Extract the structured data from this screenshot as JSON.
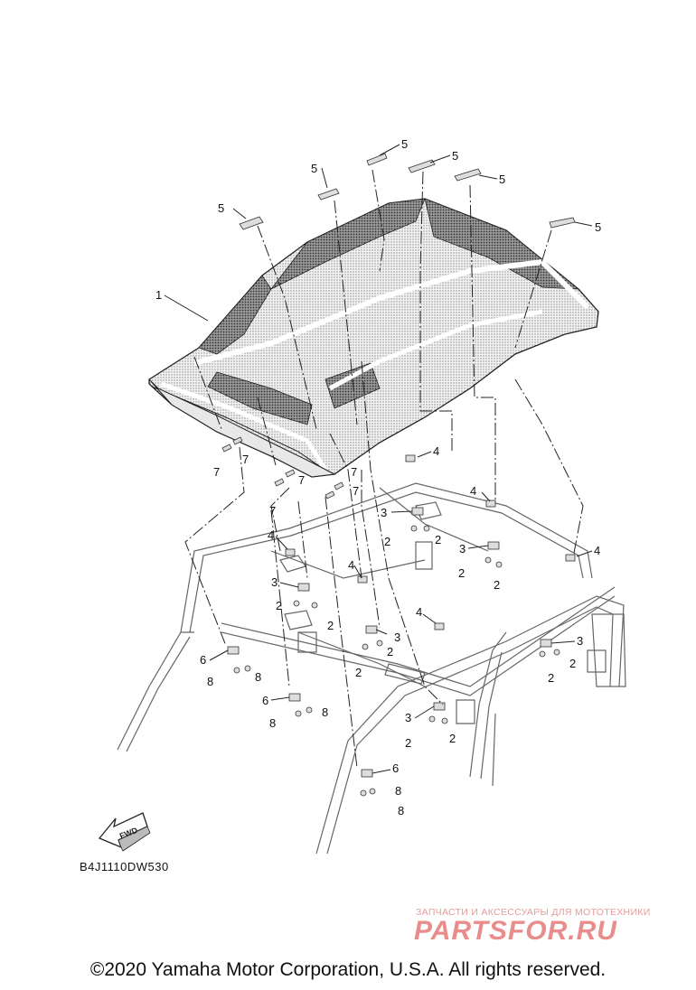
{
  "callouts": {
    "c1": "1",
    "c2": "2",
    "c3": "3",
    "c4": "4",
    "c5": "5",
    "c6": "6",
    "c7": "7",
    "c8": "8"
  },
  "fwd_label": "FWD",
  "diagram_code": "B4J1110DW530",
  "watermark": {
    "tagline": "ЗАПЧАСТИ И АКСЕССУАРЫ ДЛЯ МОТОТЕХНИКИ",
    "logo": "PARTSFOR.RU"
  },
  "copyright": "©2020 Yamaha Motor Corporation, U.S.A. All rights reserved."
}
